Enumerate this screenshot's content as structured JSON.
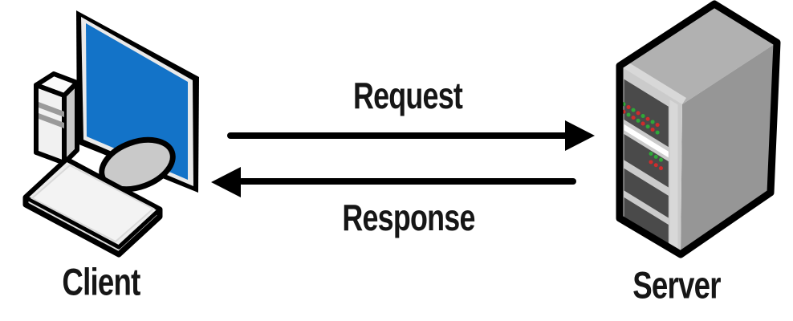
{
  "diagram": {
    "type": "client-server-request-response",
    "background": "#ffffff",
    "nodes": [
      {
        "id": "client",
        "label": "Client",
        "icon": "desktop-computer-icon"
      },
      {
        "id": "server",
        "label": "Server",
        "icon": "server-tower-icon"
      }
    ],
    "arrows": [
      {
        "id": "request",
        "label": "Request",
        "direction": "right"
      },
      {
        "id": "response",
        "label": "Response",
        "direction": "left"
      }
    ]
  },
  "labels": {
    "client": "Client",
    "server": "Server",
    "request": "Request",
    "response": "Response"
  },
  "colors": {
    "outline": "#000000",
    "text": "#161616",
    "screen_blue": "#1373c8",
    "led_green": "#2fa838",
    "led_red": "#d02c2c"
  },
  "server_leds": {
    "strip_rows": [
      [
        "g",
        "r",
        "g",
        "r",
        "g",
        "r",
        "g",
        "r"
      ],
      [
        "r",
        "g",
        "r",
        "g",
        "r",
        "g",
        "r",
        "g"
      ]
    ],
    "cluster_rows": [
      [
        "g",
        "g",
        "g"
      ],
      [
        "r",
        "r",
        "r"
      ]
    ]
  }
}
